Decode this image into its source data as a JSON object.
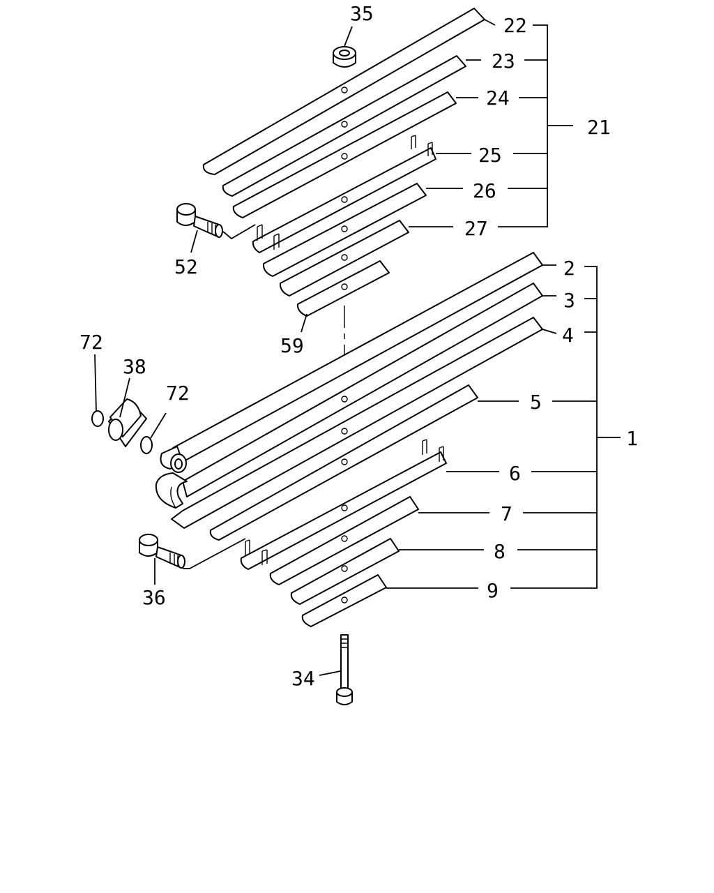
{
  "labels": {
    "p1": "1",
    "p2": "2",
    "p3": "3",
    "p4": "4",
    "p5": "5",
    "p6": "6",
    "p7": "7",
    "p8": "8",
    "p9": "9",
    "p21": "21",
    "p22": "22",
    "p23": "23",
    "p24": "24",
    "p25": "25",
    "p26": "26",
    "p27": "27",
    "p34": "34",
    "p35": "35",
    "p36": "36",
    "p38": "38",
    "p52": "52",
    "p59": "59",
    "p72a": "72",
    "p72b": "72"
  },
  "colors": {
    "stroke": "#000000",
    "background": "#ffffff"
  }
}
